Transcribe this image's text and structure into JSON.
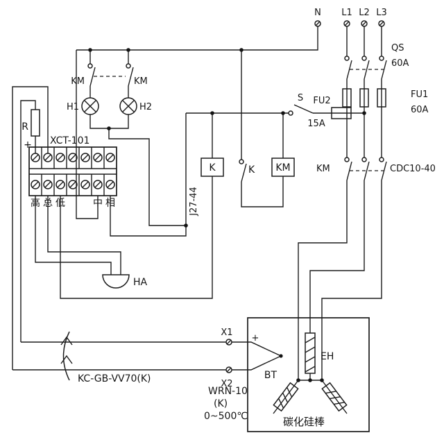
{
  "power": {
    "n": "N",
    "l1": "L1",
    "l2": "L2",
    "l3": "L3",
    "qs": "QS",
    "qs_rating": "60A",
    "fu1": "FU1",
    "fu1_rating": "60A",
    "fu2": "FU2",
    "fu2_rating": "15A",
    "switch_s": "S",
    "km_main": "KM",
    "km_main_model": "CDC10-40"
  },
  "control": {
    "km_aux_left": "KM",
    "km_aux_right": "KM",
    "lamp_h1": "H1",
    "lamp_h2": "H2",
    "k_coil": "K",
    "k_relay_model": "J27-44",
    "k_contact": "K",
    "km_coil": "KM",
    "bell": "HA"
  },
  "controller": {
    "model": "XCT-101",
    "resistor": "R",
    "input_plus": "+",
    "terminals": [
      "高",
      "总",
      "低",
      "中",
      "相"
    ]
  },
  "sensor": {
    "terminal_x1": "X1",
    "terminal_x2": "X2",
    "cable_model": "KC-GB-VV70(K)",
    "thermocouple": "BT",
    "tc_plus": "+",
    "tc_model": "WRN-10",
    "tc_grad": "(K)",
    "tc_range": "0~500℃"
  },
  "furnace": {
    "heater": "EH",
    "rod_caption": "碳化硅棒"
  }
}
